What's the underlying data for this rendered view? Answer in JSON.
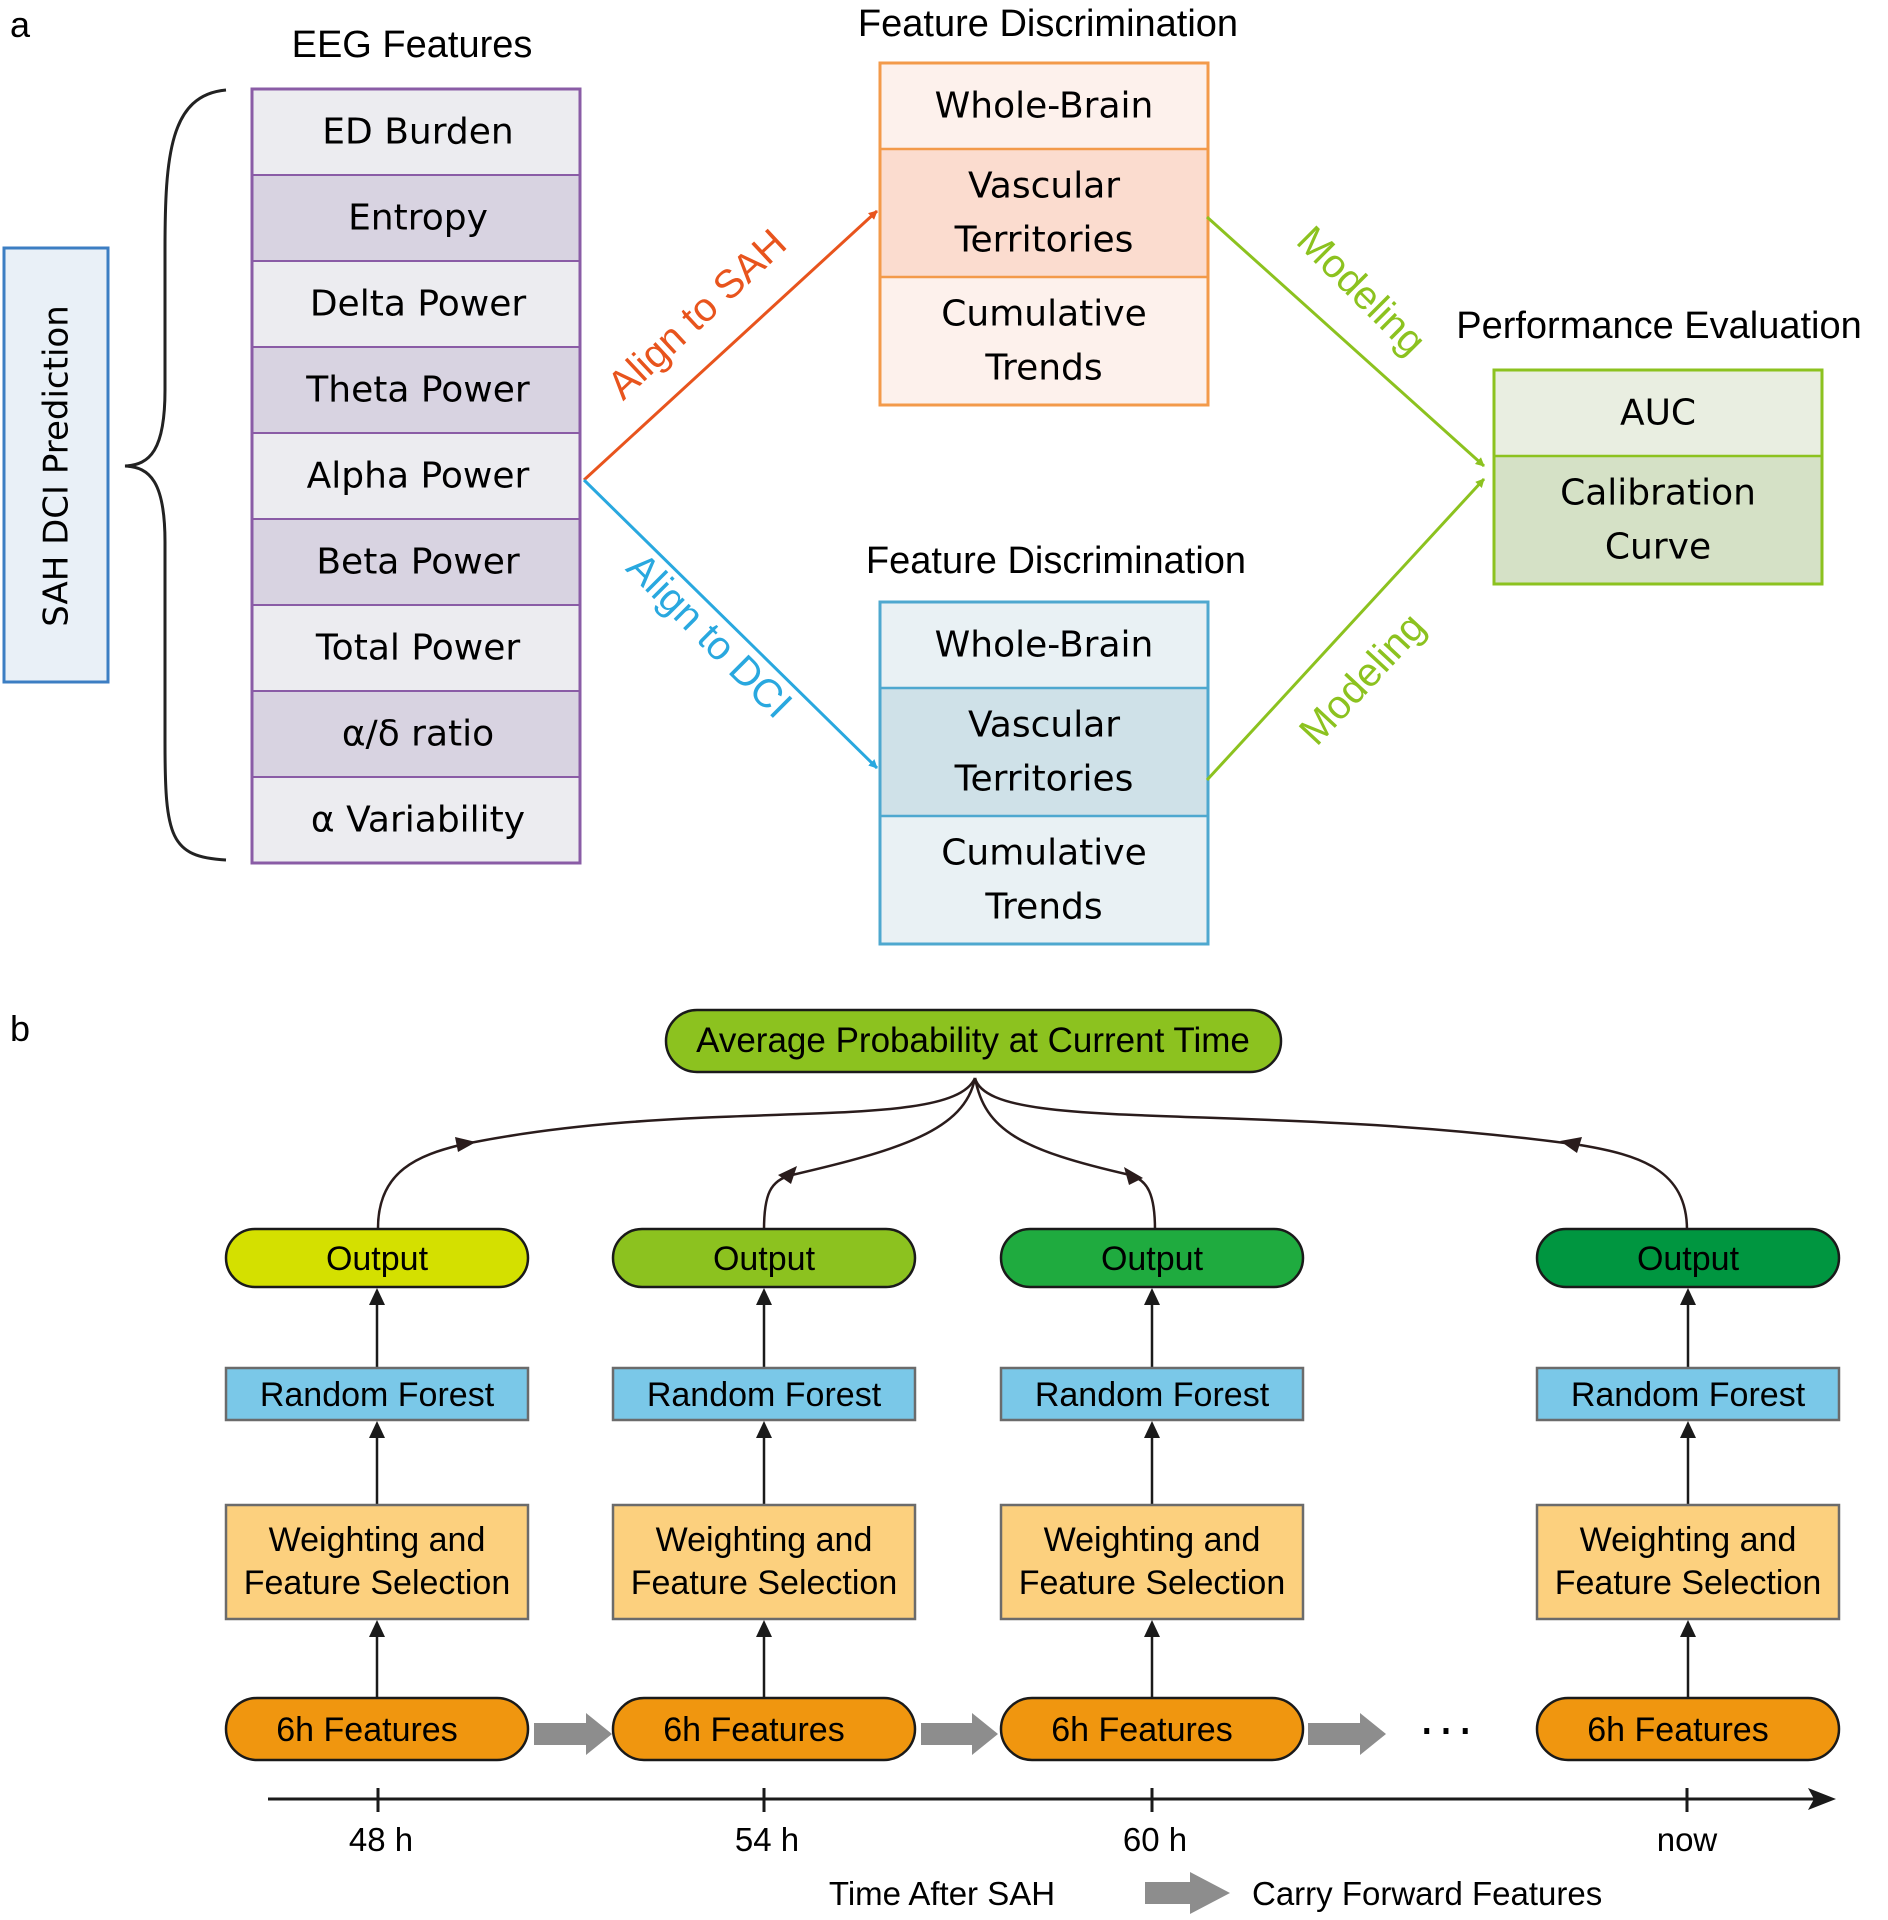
{
  "panel_a": {
    "label": "a",
    "side_label": "SAH DCI Prediction",
    "eeg_title": "EEG Features",
    "eeg_features": [
      "ED Burden",
      "Entropy",
      "Delta Power",
      "Theta Power",
      "Alpha Power",
      "Beta Power",
      "Total Power",
      "α/δ ratio",
      "α Variability"
    ],
    "disc_top": {
      "title": "Feature Discrimination",
      "items": [
        [
          "Whole-Brain"
        ],
        [
          "Vascular",
          "Territories"
        ],
        [
          "Cumulative",
          "Trends"
        ]
      ]
    },
    "disc_bottom": {
      "title": "Feature Discrimination",
      "items": [
        [
          "Whole-Brain"
        ],
        [
          "Vascular",
          "Territories"
        ],
        [
          "Cumulative",
          "Trends"
        ]
      ]
    },
    "align_sah": "Align to SAH",
    "align_dci": "Align to DCI",
    "modeling_top": "Modeling",
    "modeling_bottom": "Modeling",
    "perf": {
      "title": "Performance Evaluation",
      "items": [
        [
          "AUC"
        ],
        [
          "Calibration",
          "Curve"
        ]
      ]
    }
  },
  "panel_b": {
    "label": "b",
    "avg_label": "Average Probability at Current Time",
    "output_label": "Output",
    "rf_label": "Random Forest",
    "wfs_lines": [
      "Weighting and",
      "Feature Selection"
    ],
    "feat_label": "6h Features",
    "ellipsis": "···",
    "columns": [
      {
        "time": "48 h",
        "output_color": "#d4e000"
      },
      {
        "time": "54 h",
        "output_color": "#8cc21f"
      },
      {
        "time": "60 h",
        "output_color": "#1fab3f"
      },
      {
        "time": "now",
        "output_color": "#009640"
      }
    ],
    "axis_title": "Time After SAH",
    "legend_label": "Carry Forward Features"
  },
  "colors": {
    "eeg_border": "#8a5ca6",
    "eeg_light": "#ececf0",
    "eeg_dark": "#d8d3e1",
    "orange_arrow": "#e8541d",
    "blue_arrow": "#29a8df",
    "green_arrow": "#8cc21f",
    "disc_top_border": "#f39a4a",
    "disc_top_light": "#fdf1ec",
    "disc_top_dark": "#fbdccf",
    "disc_bot_border": "#4ea8cf",
    "disc_bot_light": "#e9f1f4",
    "disc_bot_dark": "#cfe1e8",
    "perf_border": "#8cc21f",
    "perf_light": "#e9eee1",
    "perf_dark": "#d5e1c6",
    "side_border": "#3c7ec3",
    "side_fill": "#e9f0f7",
    "avg_fill": "#8cc21f",
    "rf_fill": "#7ac8e8",
    "wfs_fill": "#fcd07e",
    "feat_fill": "#f0960f",
    "gray_arrow": "#8d8d8d"
  }
}
